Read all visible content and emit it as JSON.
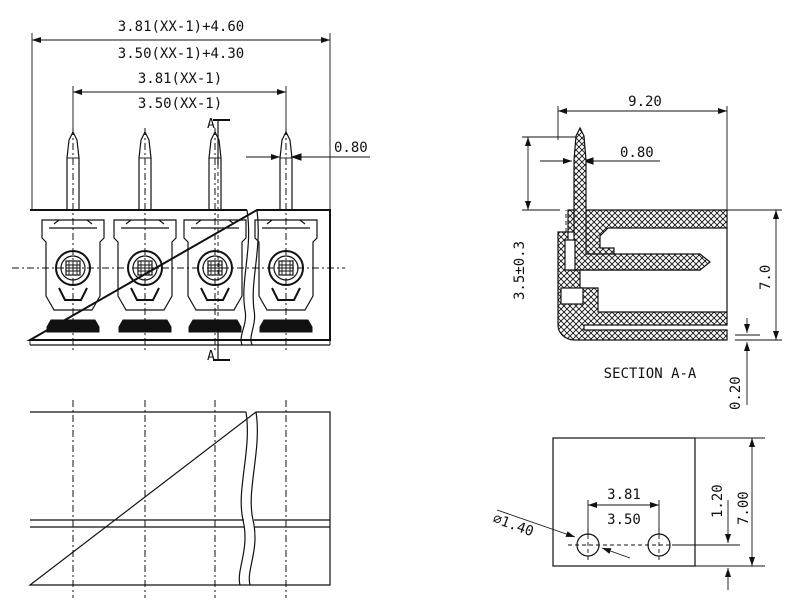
{
  "front_view": {
    "overall_dim_top": "3.81(XX-1)+4.60",
    "overall_dim_bottom": "3.50(XX-1)+4.30",
    "pitch_dim_top": "3.81(XX-1)",
    "pitch_dim_bottom": "3.50(XX-1)",
    "pin_width": "0.80",
    "section_mark": "A"
  },
  "section_view": {
    "depth": "9.20",
    "pin_width": "0.80",
    "pin_length": "3.5±0.3",
    "height": "7.0",
    "base_gap": "0.20",
    "caption": "SECTION A-A"
  },
  "pcb_layout": {
    "hole_diameter": "⌀1.40",
    "pitch_top": "3.81",
    "pitch_bottom": "3.50",
    "hole_offset": "1.20",
    "height": "7.00"
  }
}
